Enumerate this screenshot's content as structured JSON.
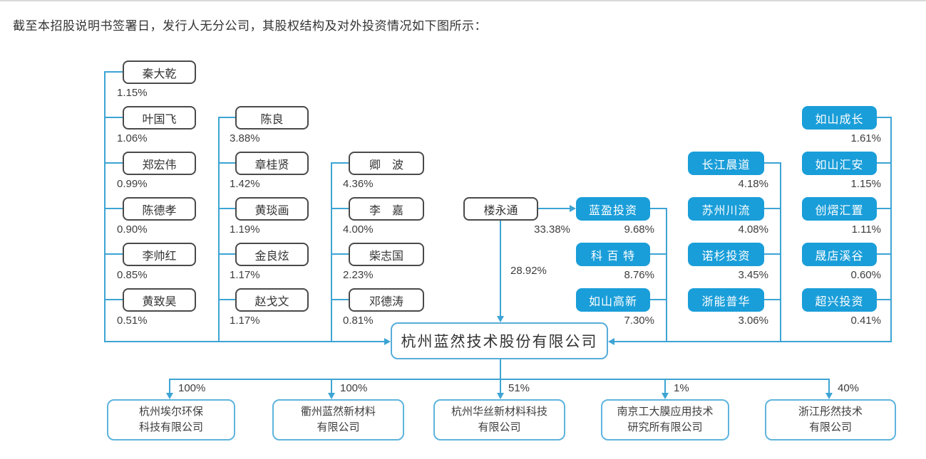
{
  "page": {
    "title": "截至本招股说明书签署日，发行人无分公司，其股权结构及对外投资情况如下图所示："
  },
  "company": {
    "name": "杭州蓝然技术股份有限公司"
  },
  "left_cols": [
    {
      "items": [
        {
          "name": "秦大乾",
          "pct": "1.15%"
        },
        {
          "name": "叶国飞",
          "pct": "1.06%"
        },
        {
          "name": "郑宏伟",
          "pct": "0.99%"
        },
        {
          "name": "陈德孝",
          "pct": "0.90%"
        },
        {
          "name": "李帅红",
          "pct": "0.85%"
        },
        {
          "name": "黄致昊",
          "pct": "0.51%"
        }
      ]
    },
    {
      "items": [
        {
          "name": "陈良",
          "pct": "3.88%"
        },
        {
          "name": "章桂贤",
          "pct": "1.42%"
        },
        {
          "name": "黄琰画",
          "pct": "1.19%"
        },
        {
          "name": "金良炫",
          "pct": "1.17%"
        },
        {
          "name": "赵戈文",
          "pct": "1.17%"
        }
      ]
    },
    {
      "items": [
        {
          "name": "卿　波",
          "pct": "4.36%"
        },
        {
          "name": "李　嘉",
          "pct": "4.00%"
        },
        {
          "name": "柴志国",
          "pct": "2.23%"
        },
        {
          "name": "邓德涛",
          "pct": "0.81%"
        }
      ]
    }
  ],
  "controller": {
    "name": "楼永通",
    "stake_in_lanying": "33.38%",
    "direct_stake": "28.92%"
  },
  "right_cols": [
    {
      "items": [
        {
          "name": "蓝盈投资",
          "pct": "9.68%"
        },
        {
          "name": "科 百 特",
          "pct": "8.76%"
        },
        {
          "name": "如山高新",
          "pct": "7.30%"
        }
      ]
    },
    {
      "items": [
        {
          "name": "长江晨道",
          "pct": "4.18%"
        },
        {
          "name": "苏州川流",
          "pct": "4.08%"
        },
        {
          "name": "诺杉投资",
          "pct": "3.45%"
        },
        {
          "name": "浙能普华",
          "pct": "3.06%"
        }
      ]
    },
    {
      "items": [
        {
          "name": "如山成长",
          "pct": "1.61%"
        },
        {
          "name": "如山汇安",
          "pct": "1.15%"
        },
        {
          "name": "创熠汇置",
          "pct": "1.11%"
        },
        {
          "name": "晟店溪谷",
          "pct": "0.60%"
        },
        {
          "name": "超兴投资",
          "pct": "0.41%"
        }
      ]
    }
  ],
  "subsidiaries": [
    {
      "line1": "杭州埃尔环保",
      "line2": "科技有限公司",
      "pct": "100%"
    },
    {
      "line1": "衢州蓝然新材料",
      "line2": "有限公司",
      "pct": "100%"
    },
    {
      "line1": "杭州华丝新材料科技",
      "line2": "有限公司",
      "pct": "51%"
    },
    {
      "line1": "南京工大膜应用技术",
      "line2": "研究所有限公司",
      "pct": "1%"
    },
    {
      "line1": "浙江彤然技术",
      "line2": "有限公司",
      "pct": "40%"
    }
  ],
  "colors": {
    "accent_blue": "#1a9ed9",
    "line_blue": "#3da4d4"
  }
}
